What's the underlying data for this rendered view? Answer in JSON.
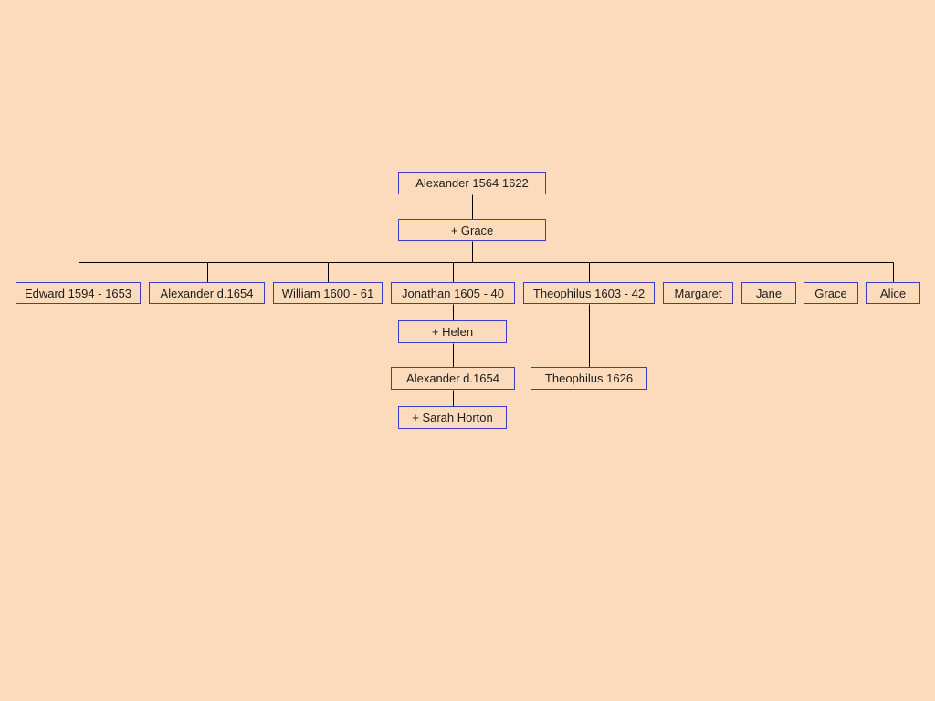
{
  "colors": {
    "background": "#fcdbbc",
    "node_border": "#3b3bc8",
    "connector": "#000000",
    "text": "#1c1c1c"
  },
  "tree": {
    "root": {
      "name": "Alexander 1564 1622",
      "spouse": "+ Grace",
      "children": [
        {
          "name": "Edward 1594 - 1653"
        },
        {
          "name": "Alexander d.1654"
        },
        {
          "name": "William 1600 - 61"
        },
        {
          "name": "Jonathan 1605 - 40",
          "spouse": "+ Helen",
          "child": {
            "name": "Alexander d.1654",
            "spouse": "+ Sarah Horton"
          }
        },
        {
          "name": "Theophilus 1603 - 42",
          "child": {
            "name": "Theophilus 1626"
          }
        },
        {
          "name": "Margaret"
        },
        {
          "name": "Jane"
        },
        {
          "name": "Grace"
        },
        {
          "name": "Alice"
        }
      ]
    }
  }
}
